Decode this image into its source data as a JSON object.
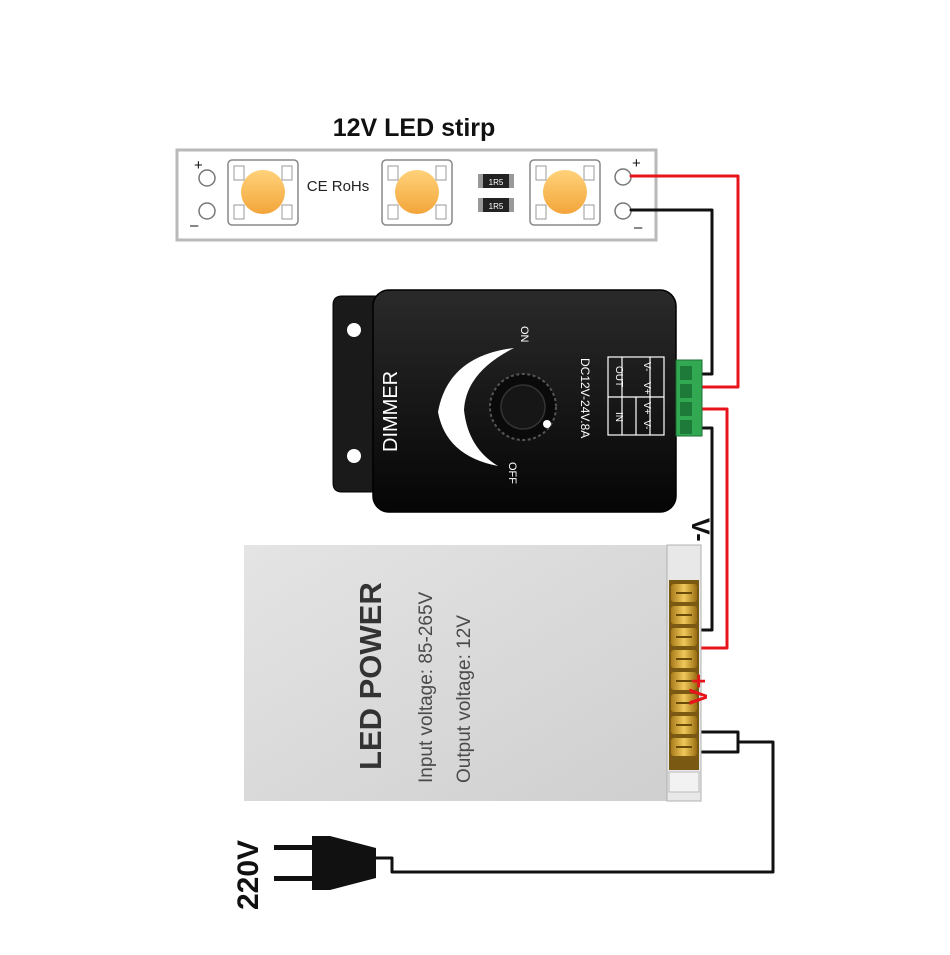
{
  "strip": {
    "title": "12V LED stirp",
    "cert": "CE RoHs",
    "resistor_code": "1R5",
    "left_plus": "+",
    "left_minus": "–",
    "right_plus": "+",
    "right_minus": "–",
    "led_color": "#fbb040"
  },
  "dimmer": {
    "label": "DIMMER",
    "on": "ON",
    "off": "OFF",
    "rating": "DC12V-24V.8A",
    "in_label": "IN",
    "out_label": "OUT",
    "terminals": [
      "V-",
      "V+",
      "V+",
      "V-"
    ]
  },
  "psu": {
    "title": "LED POWER",
    "input": "Input voltage: 85-265V",
    "output": "Output voltage: 12V"
  },
  "labels": {
    "v_minus": "V-",
    "v_plus": "V+",
    "mains": "220V"
  },
  "colors": {
    "positive_wire": "#e8141c",
    "negative_wire": "#111111",
    "terminal_green": "#33a852",
    "psu_body": "#d6d6d6"
  }
}
